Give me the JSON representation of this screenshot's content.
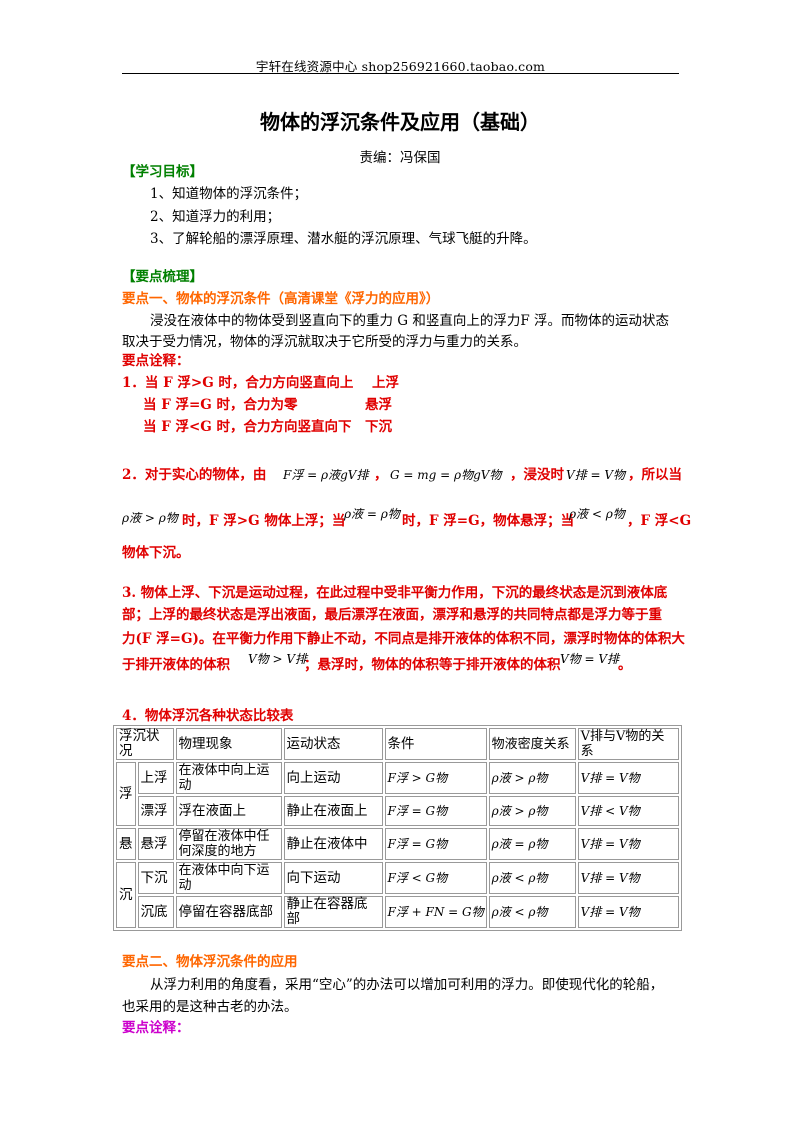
{
  "header": {
    "text": "宇轩在线资源中心   shop256921660.taobao.com"
  },
  "title": "物体的浮沉条件及应用（基础）",
  "editor": "责编：冯保国",
  "goals": {
    "heading": "【学习目标】",
    "items": [
      "1、知道物体的浮沉条件；",
      "2、知道浮力的利用；",
      "3、了解轮船的漂浮原理、潜水艇的浮沉原理、气球飞艇的升降。"
    ]
  },
  "points": {
    "heading": "【要点梳理】",
    "p1_title": "要点一、物体的浮沉条件（高清课堂《浮力的应用》）",
    "p1_line1": "浸没在液体中的物体受到竖直向下的重力 G 和竖直向上的浮力F 浮。而物体的运动状态",
    "p1_line2": "取决于受力情况，物体的浮沉就取决于它所受的浮力与重力的关系。",
    "note_heading": "要点诠释：",
    "n1_a": "1．当 F 浮>G 时，合力方向竖直向上",
    "n1_a_r": "上浮",
    "n1_b": "当 F 浮=G 时，合力为零",
    "n1_b_r": "悬浮",
    "n1_c": "当 F 浮<G 时，合力方向竖直向下",
    "n1_c_r": "下沉",
    "n2_a": "2．对于实心的物体，由",
    "n2_f1": "F浮 = ρ液gV排",
    "n2_f2": "G = mg = ρ物gV物",
    "n2_b": "，浸没时",
    "n2_f3": "V排 = V物",
    "n2_c": "，所以当",
    "n2_f4": "ρ液 > ρ物",
    "n2_d": "时，F 浮>G 物体上浮；当",
    "n2_f5": "ρ液 = ρ物",
    "n2_e": "时，F 浮=G，物体悬浮；当",
    "n2_f6": "ρ液 < ρ物",
    "n2_f": "，F 浮<G",
    "n2_g": "物体下沉。",
    "n3_l1": "3. 物体上浮、下沉是运动过程，在此过程中受非平衡力作用，下沉的最终状态是沉到液体底",
    "n3_l2": "部；上浮的最终状态是浮出液面，最后漂浮在液面，漂浮和悬浮的共同特点都是浮力等于重",
    "n3_l3": "力(F 浮=G)。在平衡力作用下静止不动，不同点是排开液体的体积不同，漂浮时物体的体积大",
    "n3_l4a": "于排开液体的体积",
    "n3_f1": "V物 > V排",
    "n3_l4b": "；悬浮时，物体的体积等于排开液体的体积",
    "n3_f2": "V物 = V排",
    "n3_l4c": "。",
    "n4_title": "4．物体浮沉各种状态比较表"
  },
  "table": {
    "headers": [
      "浮沉状况",
      "物理现象",
      "运动状态",
      "条件",
      "物液密度关系",
      "V排与V物的关系"
    ],
    "groups": [
      "浮",
      "悬",
      "沉"
    ],
    "rows": [
      [
        "上浮",
        "在液体中向上运动",
        "向上运动",
        "F浮 > G物",
        "ρ液 > ρ物",
        "V排 = V物"
      ],
      [
        "漂浮",
        "浮在液面上",
        "静止在液面上",
        "F浮 = G物",
        "ρ液 > ρ物",
        "V排 < V物"
      ],
      [
        "悬浮",
        "停留在液体中任何深度的地方",
        "静止在液体中",
        "F浮 = G物",
        "ρ液 = ρ物",
        "V排 = V物"
      ],
      [
        "下沉",
        "在液体中向下运动",
        "向下运动",
        "F浮 < G物",
        "ρ液 < ρ物",
        "V排 = V物"
      ],
      [
        "沉底",
        "停留在容器底部",
        "静止在容器底部",
        "F浮 + FN = G物",
        "ρ液 < ρ物",
        "V排 = V物"
      ]
    ]
  },
  "point2": {
    "title": "要点二、物体浮沉条件的应用",
    "line1": "从浮力利用的角度看，采用“空心”的办法可以增加可利用的浮力。即使现代化的轮船，",
    "line2": "也采用的是这种古老的办法。",
    "note_heading": "要点诠释："
  }
}
